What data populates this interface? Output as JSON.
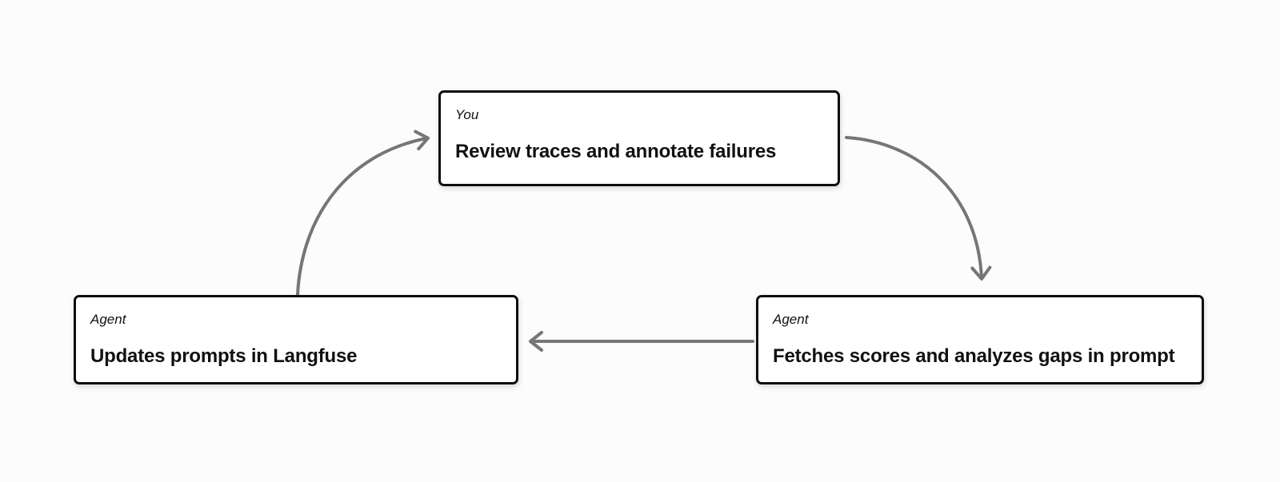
{
  "diagram": {
    "nodes": [
      {
        "id": "review-traces",
        "role_label": "You",
        "text": "Review traces and annotate failures"
      },
      {
        "id": "updates-prompts",
        "role_label": "Agent",
        "text": "Updates prompts in Langfuse"
      },
      {
        "id": "fetches-scores",
        "role_label": "Agent",
        "text": "Fetches scores and analyzes gaps in prompt"
      }
    ],
    "edges": [
      {
        "from": "updates-prompts",
        "to": "review-traces"
      },
      {
        "from": "review-traces",
        "to": "fetches-scores"
      },
      {
        "from": "fetches-scores",
        "to": "updates-prompts"
      }
    ],
    "colors": {
      "background": "#fcfcfc",
      "node_fill": "#ffffff",
      "node_border": "#0d0d0d",
      "arrow": "#767676",
      "text": "#111111"
    }
  }
}
